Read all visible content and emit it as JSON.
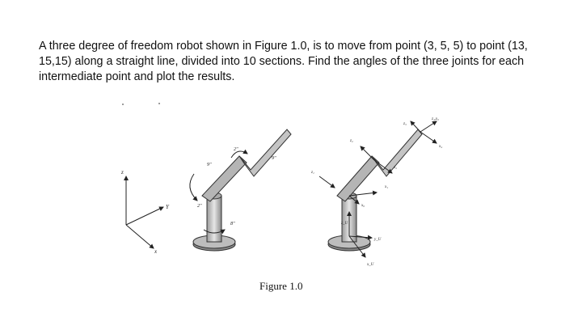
{
  "problem": {
    "text": "A three degree of freedom robot shown in Figure 1.0, is to move from point (3, 5, 5) to point (13, 15,15) along a straight line, divided into 10 sections. Find the angles of the three joints for each intermediate point and plot the results."
  },
  "figure": {
    "caption": "Figure 1.0",
    "left_robot": {
      "axis_labels": {
        "z": "z",
        "y": "Y",
        "x": "x"
      },
      "angle_labels": [
        "9\"",
        "2\"",
        "9\"",
        "2\"",
        "8\""
      ]
    },
    "right_robot": {
      "frame_labels": [
        "z₄,x₃",
        "z₃",
        "x₄",
        "z₂",
        "x₂",
        "z₁",
        "x₁",
        "x₀",
        "z_U",
        "y_U",
        "x_U"
      ]
    }
  }
}
